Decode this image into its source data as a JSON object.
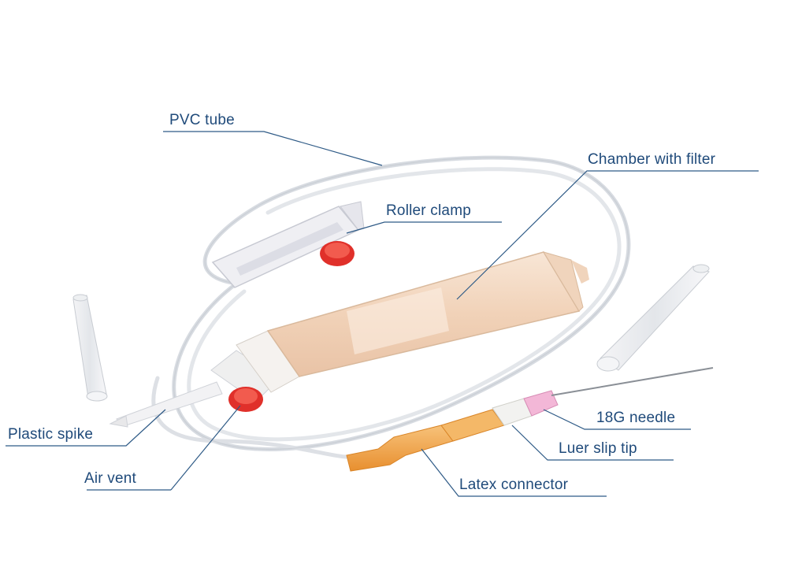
{
  "labels": {
    "pvc_tube": "PVC tube",
    "chamber_with_filter": "Chamber with filter",
    "roller_clamp": "Roller clamp",
    "plastic_spike": "Plastic spike",
    "air_vent": "Air vent",
    "needle": "18G needle",
    "luer_slip_tip": "Luer slip tip",
    "latex_connector": "Latex connector"
  },
  "colors": {
    "label_text": "#1f4a7a",
    "leader_line": "#2e5a86",
    "tube": "#d9dde3",
    "chamber": "#f4ddc8",
    "clamp_wheel": "#e0302a",
    "latex": "#f0a24a",
    "needle_hub": "#f3b7d7"
  }
}
